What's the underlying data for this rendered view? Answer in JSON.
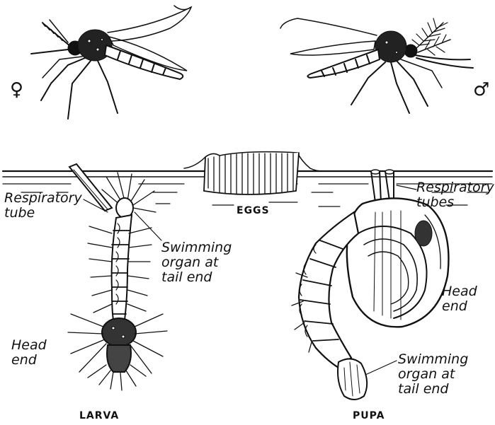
{
  "symbols": {
    "female": "♀",
    "male": "♂"
  },
  "labels": {
    "respiratory_tube": "Respiratory\ntube",
    "eggs": "EGGS",
    "larva_swimming_organ": "Swimming\norgan at\ntail end",
    "larva_head_end": "Head\nend",
    "larva": "LARVA",
    "pupa_respiratory_tubes": "Respiratory\ntubes",
    "pupa_head_end": "Head\nend",
    "pupa_swimming_organ": "Swimming\norgan at\ntail end",
    "pupa": "PUPA"
  },
  "colors": {
    "ink": "#111111",
    "paper": "#ffffff"
  }
}
